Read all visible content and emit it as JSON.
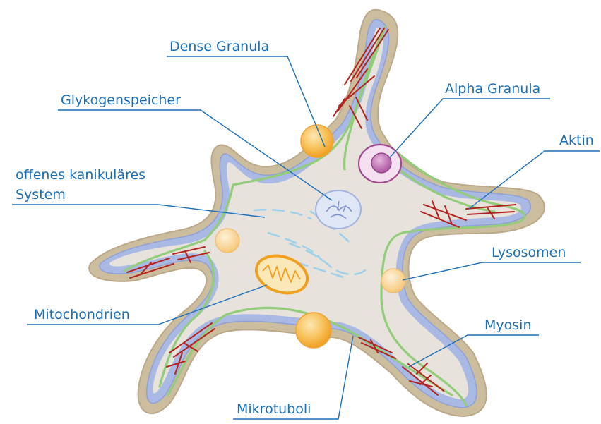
{
  "labels": {
    "dense_granula": "Dense Granula",
    "glykogenspeicher": "Glykogenspeicher",
    "alpha_granula": "Alpha Granula",
    "aktin": "Aktin",
    "ocs_line1": "offenes kanikuläres",
    "ocs_line2": "System",
    "lysosomen": "Lysosomen",
    "mitochondrien": "Mitochondrien",
    "myosin": "Myosin",
    "mikrotuboli": "Mikrotuboli"
  },
  "colors": {
    "label_text": "#1d6fb8",
    "outer_membrane": "#c9b99a",
    "cytoplasm": "#e6e2da",
    "inner_membrane": "#a9b8e3",
    "microtubule": "#93cc7a",
    "actin": "#b3231f",
    "dense_granule": "#f5a623",
    "alpha_granule": "#a0488e",
    "glycogen": "#dfe6f5",
    "open_canalicular": "#9fd0ea"
  }
}
